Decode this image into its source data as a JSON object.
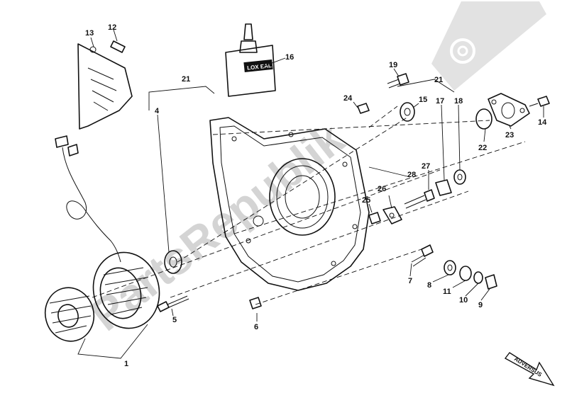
{
  "diagram": {
    "watermark": "PartsRepublik",
    "sealant_label": "LOX EAL",
    "direction_label": "ADVERSUS",
    "callouts": [
      {
        "id": "c1",
        "label": "1"
      },
      {
        "id": "c4",
        "label": "4"
      },
      {
        "id": "c5",
        "label": "5"
      },
      {
        "id": "c6",
        "label": "6"
      },
      {
        "id": "c7",
        "label": "7"
      },
      {
        "id": "c8",
        "label": "8"
      },
      {
        "id": "c9",
        "label": "9"
      },
      {
        "id": "c10",
        "label": "10"
      },
      {
        "id": "c11",
        "label": "11"
      },
      {
        "id": "c12",
        "label": "12"
      },
      {
        "id": "c13",
        "label": "13"
      },
      {
        "id": "c14",
        "label": "14"
      },
      {
        "id": "c15",
        "label": "15"
      },
      {
        "id": "c16",
        "label": "16"
      },
      {
        "id": "c17",
        "label": "17"
      },
      {
        "id": "c18",
        "label": "18"
      },
      {
        "id": "c19",
        "label": "19"
      },
      {
        "id": "c21a",
        "label": "21"
      },
      {
        "id": "c21b",
        "label": "21"
      },
      {
        "id": "c22",
        "label": "22"
      },
      {
        "id": "c23",
        "label": "23"
      },
      {
        "id": "c24",
        "label": "24"
      },
      {
        "id": "c25",
        "label": "25"
      },
      {
        "id": "c26",
        "label": "26"
      },
      {
        "id": "c27",
        "label": "27"
      },
      {
        "id": "c28",
        "label": "28"
      }
    ]
  }
}
